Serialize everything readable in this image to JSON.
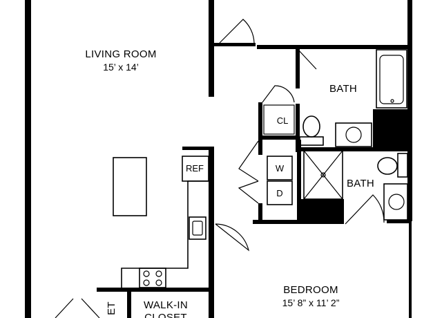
{
  "rooms": {
    "living": {
      "name": "LIVING ROOM",
      "size": "15’ x 14’"
    },
    "bath_upper": {
      "name": "BATH"
    },
    "bath_lower": {
      "name": "BATH"
    },
    "closet": {
      "name": "CL"
    },
    "bedroom": {
      "name": "BEDROOM",
      "size": "15’ 8” x 11’ 2”"
    },
    "walkin": {
      "line1": "WALK-IN",
      "line2": "CLOSET"
    },
    "closet_left": {
      "name": "ET"
    }
  },
  "fixtures": {
    "refrigerator": "REF",
    "washer": "W",
    "dryer": "D"
  },
  "colors": {
    "wall": "#000000",
    "background": "#ffffff"
  }
}
